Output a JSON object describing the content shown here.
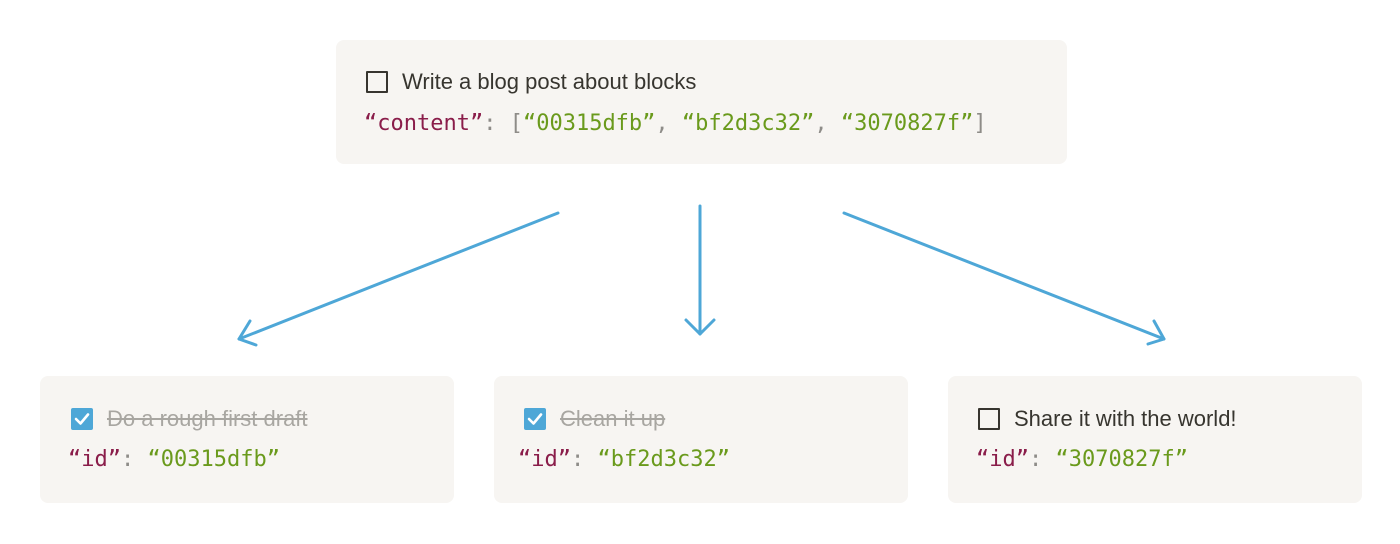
{
  "colors": {
    "card_bg": "#f7f5f2",
    "arrow": "#4ea7d7",
    "key": "#8a1d4a",
    "string": "#6a9a1c",
    "punct": "#8e8c88",
    "text": "#37352f",
    "done_text": "#a8a6a1",
    "checkbox_checked": "#4ea7d7"
  },
  "parent": {
    "checked": false,
    "title": "Write a blog post about blocks",
    "key": "“content”",
    "colon": ": ",
    "open_bracket": "[",
    "ids": [
      "“00315dfb”",
      "“bf2d3c32”",
      "“3070827f”"
    ],
    "separator": ", ",
    "close_bracket": "]"
  },
  "children": [
    {
      "checked": true,
      "title": "Do a rough first draft",
      "key": "“id”",
      "colon": ": ",
      "id": "“00315dfb”"
    },
    {
      "checked": true,
      "title": "Clean it up",
      "key": "“id”",
      "colon": ": ",
      "id": "“bf2d3c32”"
    },
    {
      "checked": false,
      "title": "Share it with the world!",
      "key": "“id”",
      "colon": ": ",
      "id": "“3070827f”"
    }
  ]
}
